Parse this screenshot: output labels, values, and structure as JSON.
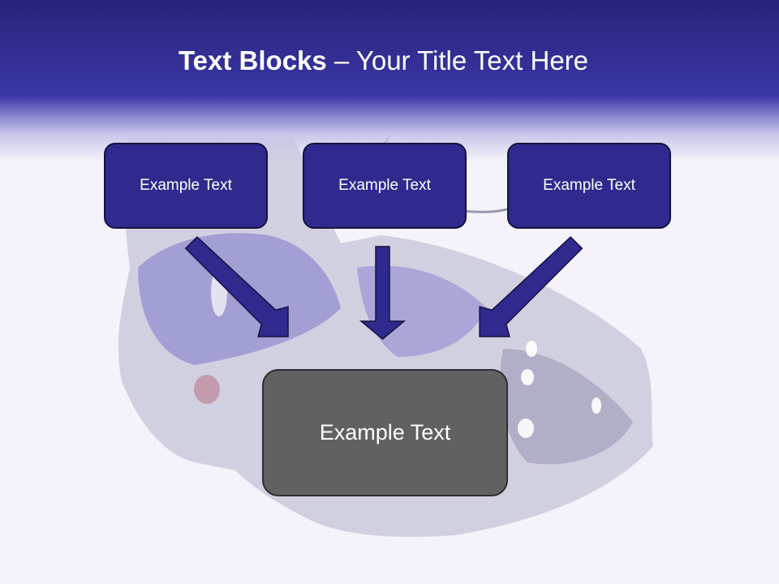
{
  "slide": {
    "title_bold": "Text Blocks",
    "title_dash": " – ",
    "title_rest": "Your Title Text Here"
  },
  "blocks": [
    {
      "label": "Example Text"
    },
    {
      "label": "Example Text"
    },
    {
      "label": "Example Text"
    }
  ],
  "target_block": {
    "label": "Example Text"
  },
  "colors": {
    "header": "#3a36a6",
    "block": "#302a8e",
    "target_block": "#616161",
    "arrow": "#302a8e"
  }
}
